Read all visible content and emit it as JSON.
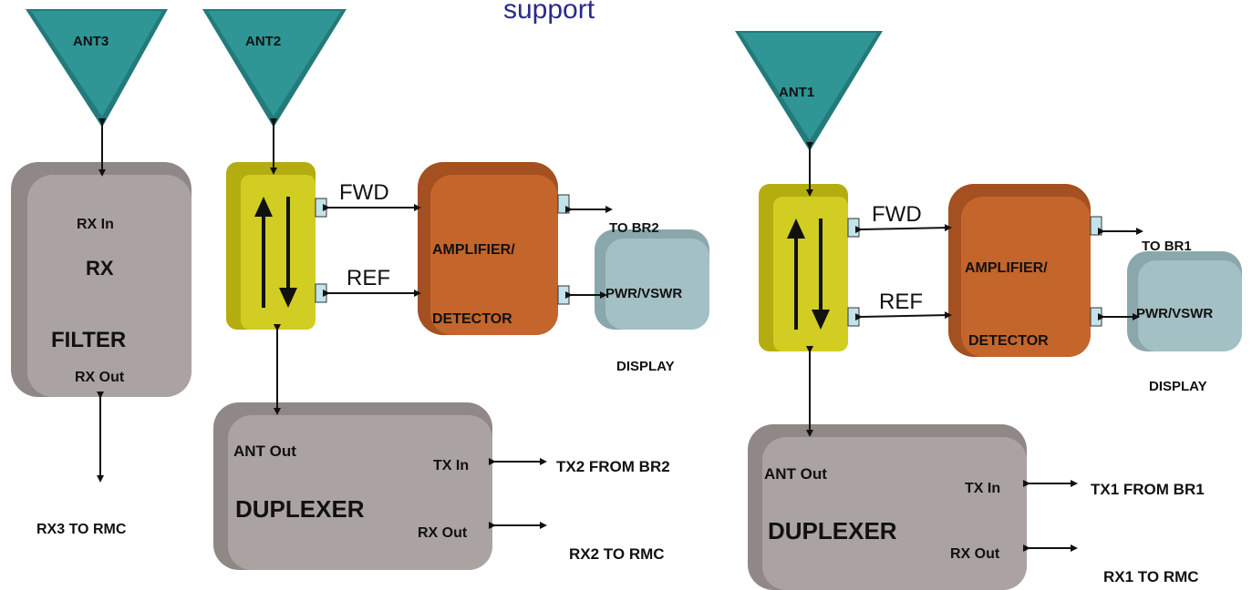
{
  "title": "support",
  "antennas": {
    "ant1": "ANT1",
    "ant2": "ANT2",
    "ant3": "ANT3"
  },
  "rx_filter": {
    "in_label": "RX In",
    "name_line1": "RX",
    "name_line2": "FILTER",
    "out_label": "RX Out"
  },
  "branch2": {
    "fwd": "FWD",
    "ref": "REF",
    "amp_line1": "AMPLIFIER/",
    "amp_line2": "DETECTOR",
    "to_br": "TO BR2",
    "pwr": "PWR/VSWR",
    "display": "DISPLAY",
    "dup_ant_out": "ANT Out",
    "dup_tx_in": "TX In",
    "dup_name": "DUPLEXER",
    "dup_rx_out": "RX Out",
    "tx_from": "TX2 FROM BR2",
    "rx_to": "RX2 TO RMC"
  },
  "branch1": {
    "fwd": "FWD",
    "ref": "REF",
    "amp_line1": "AMPLIFIER/",
    "amp_line2": "DETECTOR",
    "to_br": "TO BR1",
    "pwr": "PWR/VSWR",
    "display": "DISPLAY",
    "dup_ant_out": "ANT Out",
    "dup_tx_in": "TX In",
    "dup_name": "DUPLEXER",
    "dup_rx_out": "RX Out",
    "tx_from": "TX1 FROM BR1",
    "rx_to": "RX1 TO RMC"
  },
  "rx3_to": "RX3 TO RMC",
  "colors": {
    "antenna": "#2f8f8f",
    "coupler": "#c9c51c",
    "amplifier": "#c0622a",
    "display": "#9fbcc1",
    "gray_block": "#a9a19f",
    "port": "#bfe0e8",
    "title": "#2a2a8a"
  }
}
